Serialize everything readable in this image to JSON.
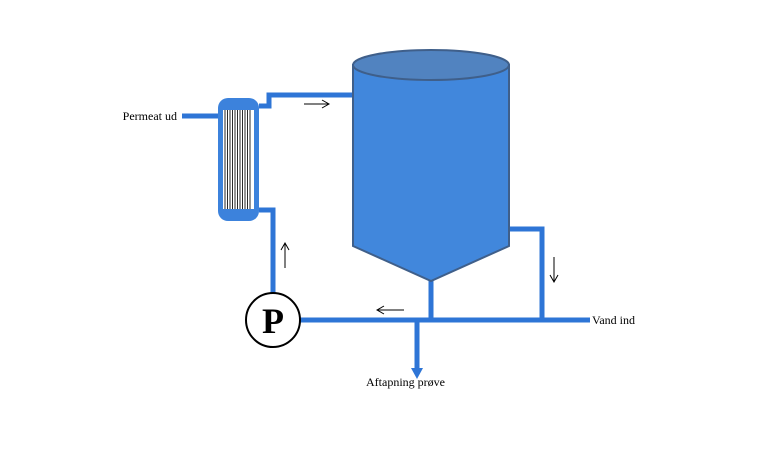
{
  "labels": {
    "permeate_out": "Permeat ud",
    "water_in": "Vand ind",
    "sample_drain": "Aftapning prøve",
    "pump": "P"
  },
  "colors": {
    "pipe": "#2E75D6",
    "tank_body": "#4187DC",
    "tank_top": "#5183C0",
    "tank_outline": "#3F5F8A",
    "filter": "#3C82DC",
    "arrow": "#000000"
  },
  "icons": {
    "pump": "pump-circle-icon",
    "filter": "membrane-filter-icon",
    "tank": "conical-tank-icon",
    "flow_arrow": "flow-arrow-icon"
  }
}
